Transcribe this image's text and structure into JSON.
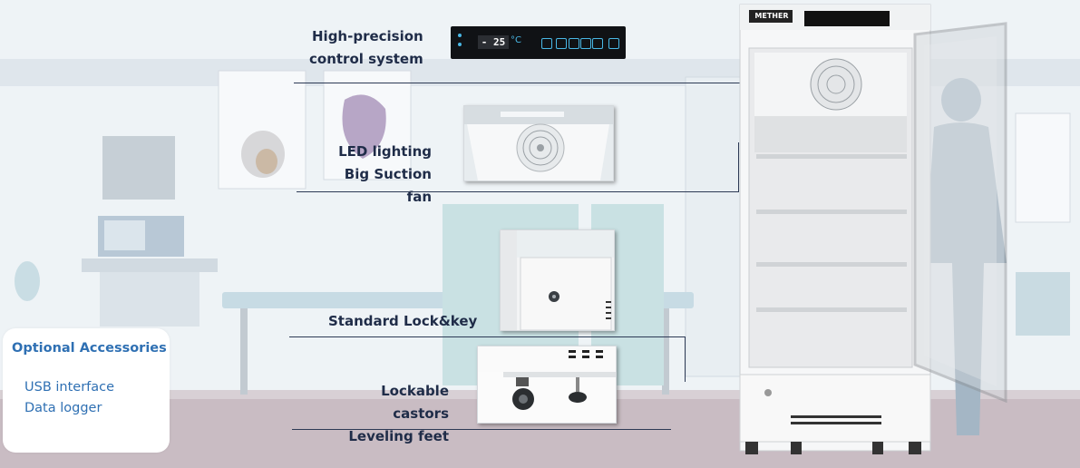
{
  "features": {
    "control_line1": "High-precision",
    "control_line2": "control system",
    "fan_line1": "LED lighting",
    "fan_line2": "Big Suction fan",
    "lock_label": "Standard Lock&key",
    "castor_line1": "Lockable castors",
    "castor_line2": "Leveling feet"
  },
  "control_panel": {
    "display_value": "- 25",
    "display_unit": "°C"
  },
  "fridge": {
    "brand": "METHER"
  },
  "accessories": {
    "title": "Optional Accessories",
    "items": [
      "USB interface",
      "Data logger"
    ]
  },
  "colors": {
    "label_text": "#1f2c48",
    "accessory_text": "#2f70b3",
    "panel_accent": "#49b8e6"
  }
}
